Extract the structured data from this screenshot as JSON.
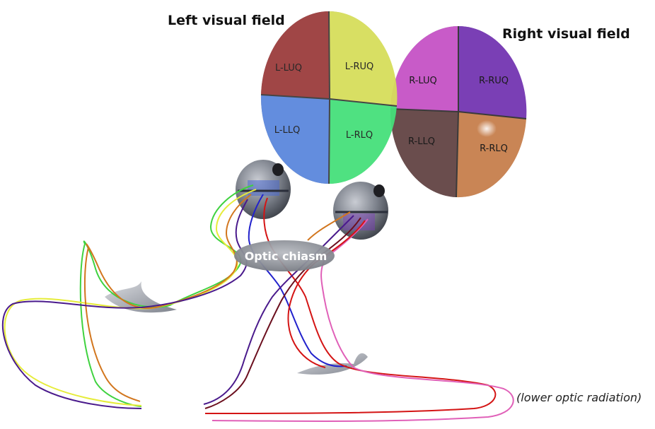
{
  "titles": {
    "left_field": "Left visual field",
    "right_field": "Right visual field"
  },
  "left_field": {
    "quadrants": {
      "luq": "L-LUQ",
      "ruq": "L-RUQ",
      "llq": "L-LLQ",
      "rlq": "L-RLQ"
    },
    "colors": {
      "luq": "#9b3b3b",
      "ruq": "#d6de5a",
      "llq": "#5a86dd",
      "rlq": "#45e07a"
    }
  },
  "right_field": {
    "quadrants": {
      "luq": "R-LUQ",
      "ruq": "R-RUQ",
      "llq": "R-LLQ",
      "rlq": "R-RLQ"
    },
    "colors": {
      "luq": "#c85bc8",
      "ruq": "#7a3fb5",
      "llq": "#6a4d4d",
      "rlq": "#c98555"
    }
  },
  "structures": {
    "chiasm": "Optic chiasm"
  },
  "annotations": {
    "lower_radiation": "(lower optic radiation)"
  },
  "pathway_colors": {
    "green": "#3fd23f",
    "yellow": "#e6ec3a",
    "orange": "#d2761e",
    "purple": "#4a1a8c",
    "blue": "#2222cc",
    "red": "#d41414",
    "maroon": "#6b0f1e",
    "pink": "#e060b8"
  }
}
